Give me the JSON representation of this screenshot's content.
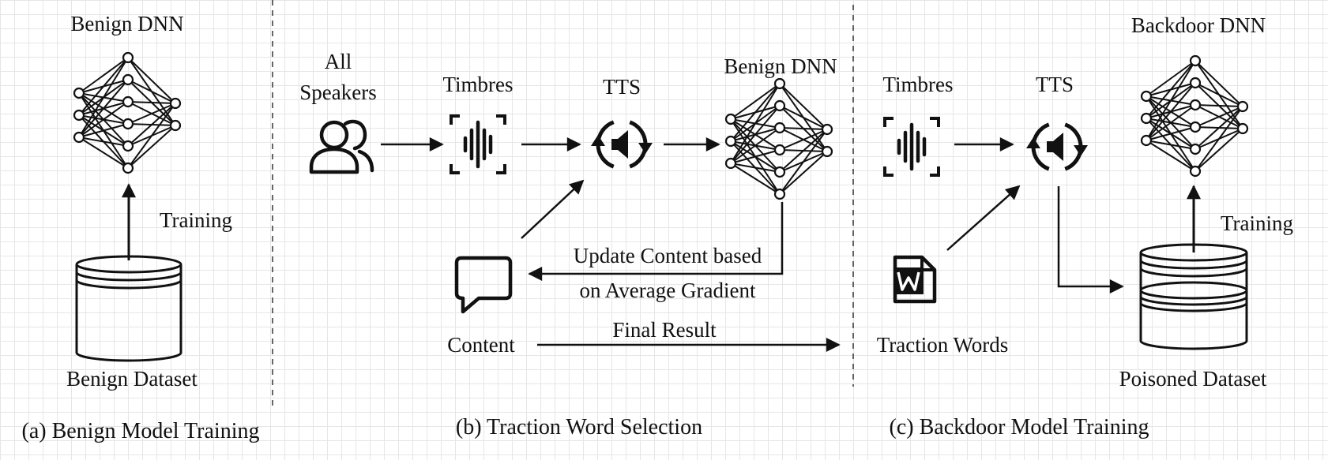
{
  "panel_a": {
    "caption": "(a) Benign Model Training",
    "model_label": "Benign DNN",
    "training_label": "Training",
    "dataset_label": "Benign Dataset"
  },
  "panel_b": {
    "caption": "(b) Traction Word Selection",
    "speakers_label_line1": "All",
    "speakers_label_line2": "Speakers",
    "timbres_label": "Timbres",
    "tts_label": "TTS",
    "model_label": "Benign DNN",
    "update_label_line1": "Update Content based",
    "update_label_line2": "on Average Gradient",
    "content_label": "Content",
    "final_result_label": "Final Result"
  },
  "panel_c": {
    "caption": "(c) Backdoor Model Training",
    "timbres_label": "Timbres",
    "tts_label": "TTS",
    "model_label": "Backdoor DNN",
    "training_label": "Training",
    "traction_words_label": "Traction Words",
    "dataset_label": "Poisoned Dataset"
  }
}
